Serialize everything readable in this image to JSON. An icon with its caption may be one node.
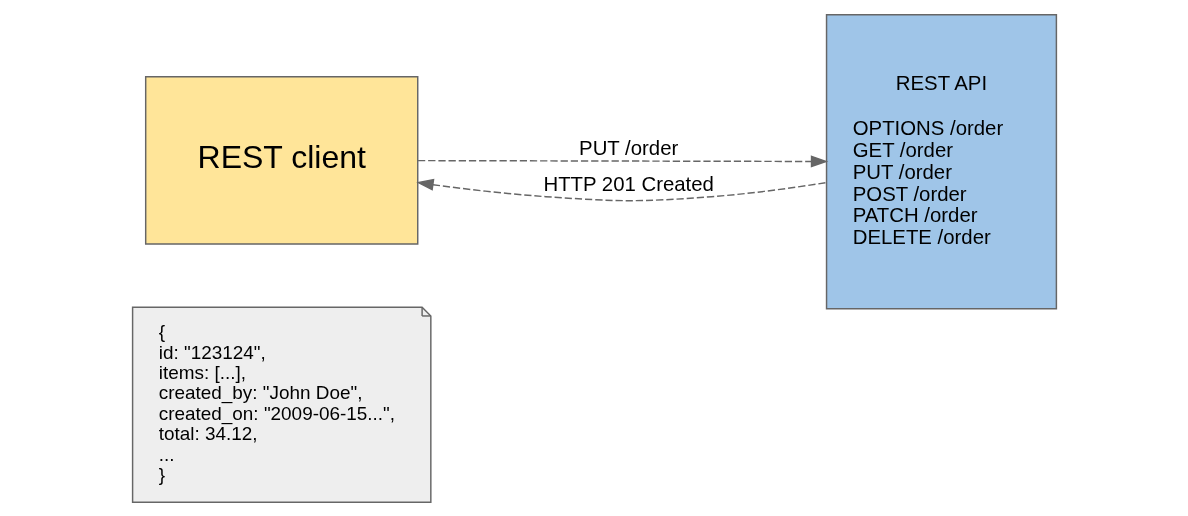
{
  "diagram": {
    "nodes": [
      {
        "text": [
          "{",
          "id: \"123124\",",
          "items: [...],",
          "created_by: \"John Doe\",",
          "created_on: \"2009-06-15...\",",
          "total: 34.12,",
          "...",
          "}"
        ]
      },
      {
        "text": [
          "REST client"
        ]
      },
      {
        "text": [
          "REST API",
          "OPTIONS /order",
          "GET /order",
          "PUT /order",
          "POST /order",
          "PATCH /order",
          "DELETE /order"
        ]
      }
    ],
    "edges": [
      {
        "from": 1,
        "to": 2,
        "arrow": "to",
        "label": "PUT /order",
        "style": "dashed"
      },
      {
        "from": 2,
        "to": 1,
        "arrow": "to",
        "label": "HTTP 201 Created",
        "style": "dashed"
      }
    ]
  }
}
